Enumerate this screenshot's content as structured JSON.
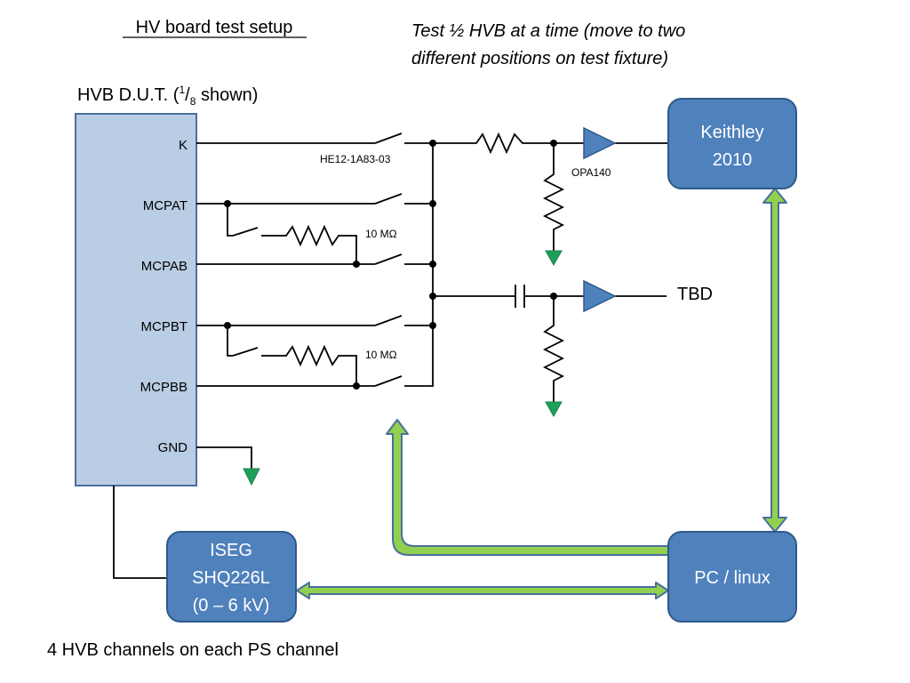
{
  "title": "HV board test setup",
  "note_lines": [
    "Test ½ HVB at a time (move to two",
    "different positions on test fixture)"
  ],
  "dut": {
    "label_prefix": "HVB D.U.T. (",
    "frac_num": "1",
    "frac_den": "8",
    "label_suffix": " shown)",
    "pins": [
      "K",
      "MCPAT",
      "MCPAB",
      "MCPBT",
      "MCPBB",
      "GND"
    ]
  },
  "relay_label": "HE12-1A83-03",
  "amp_label": "OPA140",
  "resistor_label_a": "10 MΩ",
  "resistor_label_b": "10 MΩ",
  "tbd_label": "TBD",
  "keithley": {
    "line1": "Keithley",
    "line2": "2010"
  },
  "pc": {
    "label": "PC / linux"
  },
  "iseg": {
    "line1": "ISEG",
    "line2": "SHQ226L",
    "line3": "(0 – 6 kV)"
  },
  "footer": "4 HVB channels on each PS channel",
  "colors": {
    "dut_fill": "#b9cde4",
    "dut_stroke": "#4a6f9c",
    "box_fill": "#4f81bd",
    "box_stroke": "#2f5a8a",
    "amp_fill": "#4f81bd",
    "ground_fill": "#1fa05a",
    "arrow_fill": "#92d050",
    "arrow_stroke": "#4a6f9c"
  }
}
